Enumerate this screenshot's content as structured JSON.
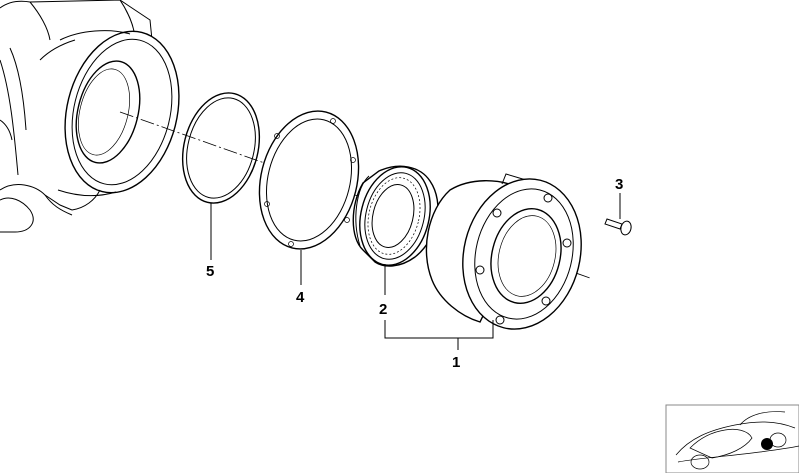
{
  "callouts": [
    {
      "id": "c1",
      "label": "1"
    },
    {
      "id": "c2",
      "label": "2"
    },
    {
      "id": "c3",
      "label": "3"
    },
    {
      "id": "c4",
      "label": "4"
    },
    {
      "id": "c5",
      "label": "5"
    }
  ],
  "colors": {
    "line": "#000000",
    "background": "#ffffff",
    "thumbnail_border": "#888888",
    "thumbnail_marker": "#000000"
  },
  "thumbnail": {
    "icon": "car-location-icon"
  }
}
